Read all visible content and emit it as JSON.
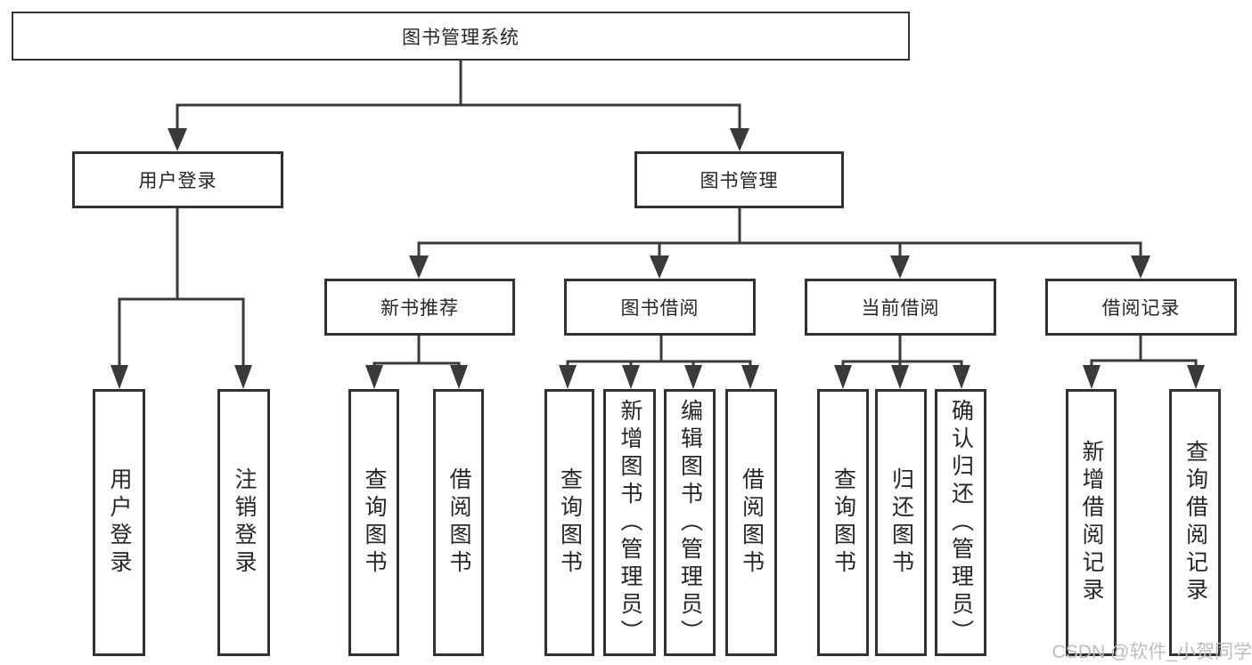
{
  "tree": {
    "label": "图书管理系统",
    "children": [
      {
        "label": "用户登录",
        "children": [
          {
            "label": "用户登录"
          },
          {
            "label": "注销登录"
          }
        ]
      },
      {
        "label": "图书管理",
        "children": [
          {
            "label": "新书推荐",
            "children": [
              {
                "label": "查询图书"
              },
              {
                "label": "借阅图书"
              }
            ]
          },
          {
            "label": "图书借阅",
            "children": [
              {
                "label": "查询图书"
              },
              {
                "label": "新增图书（管理员）"
              },
              {
                "label": "编辑图书（管理员）"
              },
              {
                "label": "借阅图书"
              }
            ]
          },
          {
            "label": "当前借阅",
            "children": [
              {
                "label": "查询图书"
              },
              {
                "label": "归还图书"
              },
              {
                "label": "确认归还（管理员）"
              }
            ]
          },
          {
            "label": "借阅记录",
            "children": [
              {
                "label": "新增借阅记录"
              },
              {
                "label": "查询借阅记录"
              }
            ]
          }
        ]
      }
    ]
  },
  "watermark": "CSDN @软件_小贺同学",
  "colors": {
    "line": "#3a3a3a",
    "box_border": "#313131",
    "text": "#262626",
    "watermark": "#bdbdbd",
    "background": "#ffffff"
  }
}
